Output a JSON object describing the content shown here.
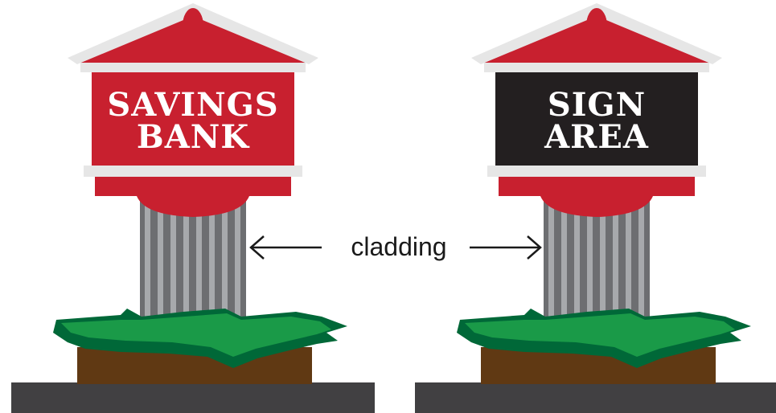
{
  "signs": [
    {
      "line1": "SAVINGS",
      "line2": "BANK",
      "panel_color": "#c8202f"
    },
    {
      "line1": "SIGN",
      "line2": "AREA",
      "panel_color": "#231f20"
    }
  ],
  "callout": {
    "label": "cladding"
  },
  "colors": {
    "roof_red": "#c8202f",
    "trim_light_gray": "#e6e6e6",
    "column_dark": "#6d6e71",
    "column_light": "#a7a9ac",
    "grass_dark": "#006838",
    "grass_light": "#1a9a48",
    "soil": "#603913",
    "pavement": "#414042"
  }
}
